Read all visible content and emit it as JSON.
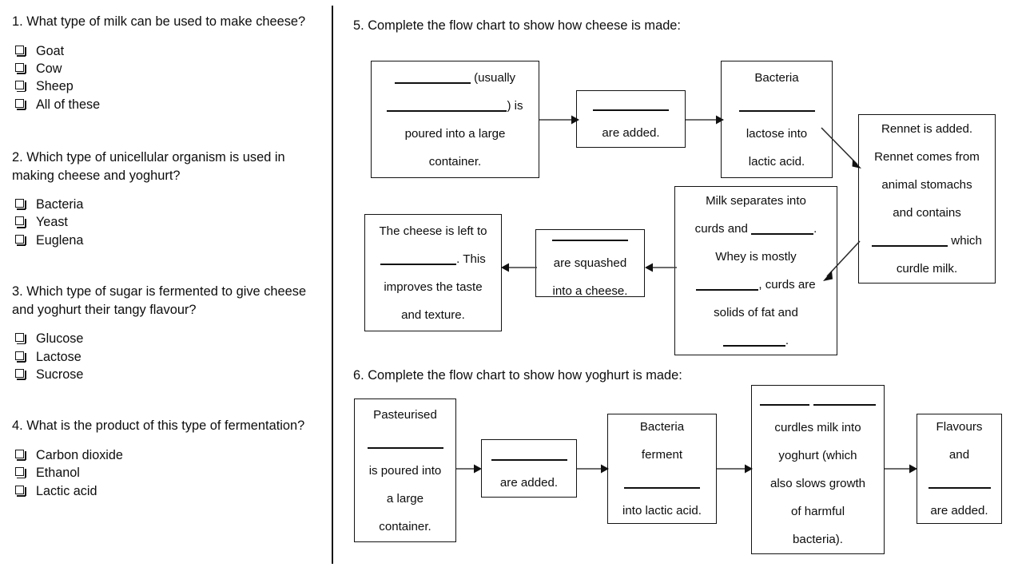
{
  "worksheet": {
    "left_column": {
      "questions": [
        {
          "id": "q1",
          "text": "1. What type of milk can be used to make cheese?",
          "options": [
            "Goat",
            "Cow",
            "Sheep",
            "All of these"
          ]
        },
        {
          "id": "q2",
          "text": "2. Which type of unicellular organism is used in making cheese and yoghurt?",
          "options": [
            "Bacteria",
            "Yeast",
            "Euglena"
          ]
        },
        {
          "id": "q3",
          "text": "3. Which type of sugar is fermented to give cheese and yoghurt their tangy flavour?",
          "options": [
            "Glucose",
            "Lactose",
            "Sucrose"
          ]
        },
        {
          "id": "q4",
          "text": "4. What is the product of this type of fermentation?",
          "options": [
            "Carbon dioxide",
            "Ethanol",
            "Lactic acid"
          ]
        }
      ]
    },
    "right_column": {
      "q5": {
        "heading": "5. Complete the flow chart to show how cheese is made:",
        "boxes": [
          {
            "id": "q5-box-milk",
            "lines": [
              "____________ (usually",
              "_________________) is",
              "poured into a large",
              "container."
            ]
          },
          {
            "id": "q5-box-added",
            "lines": [
              "____________",
              "are added."
            ]
          },
          {
            "id": "q5-box-bacteria",
            "lines": [
              "Bacteria",
              "____________",
              "lactose into",
              "lactic acid."
            ]
          },
          {
            "id": "q5-box-rennet",
            "lines": [
              "Rennet is added.",
              "Rennet comes from",
              "animal stomachs",
              "and contains",
              "____________ which",
              "curdle milk."
            ]
          },
          {
            "id": "q5-box-separates",
            "lines": [
              "Milk separates into",
              "curds and ____________.",
              "Whey is mostly",
              "____________, curds are",
              "solids of fat and",
              "____________."
            ]
          },
          {
            "id": "q5-box-squashed",
            "lines": [
              "____________",
              "are squashed",
              "into a cheese."
            ]
          },
          {
            "id": "q5-box-ripen",
            "lines": [
              "The cheese is left to",
              "____________. This",
              "improves the taste",
              "and texture."
            ]
          }
        ]
      },
      "q6": {
        "heading": "6. Complete the flow chart to show how yoghurt is made:",
        "boxes": [
          {
            "id": "q6-box-pasteurised",
            "lines": [
              "Pasteurised",
              "____________",
              "is poured into",
              "a large",
              "container."
            ]
          },
          {
            "id": "q6-box-added",
            "lines": [
              "____________",
              "are added."
            ]
          },
          {
            "id": "q6-box-bacteria",
            "lines": [
              "Bacteria",
              "ferment",
              "____________",
              "into lactic acid."
            ]
          },
          {
            "id": "q6-box-curdles",
            "lines": [
              "_______ _________",
              "curdles milk into",
              "yoghurt (which",
              "also slows growth",
              "of harmful",
              "bacteria)."
            ]
          },
          {
            "id": "q6-box-flavours",
            "lines": [
              "Flavours",
              "and",
              "____________",
              "are added."
            ]
          }
        ]
      }
    }
  }
}
